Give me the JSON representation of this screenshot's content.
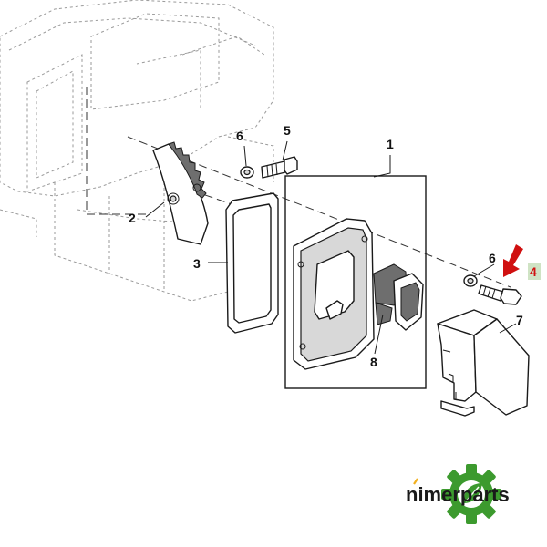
{
  "diagram": {
    "callouts": {
      "c1": "1",
      "c2": "2",
      "c3": "3",
      "c4": "4",
      "c5": "5",
      "c6a": "6",
      "c6b": "6",
      "c7": "7",
      "c8": "8"
    },
    "highlight_color": "#d01010",
    "highlight_box_color": "#cfe3c4"
  },
  "brand": {
    "name": "nimerparts",
    "logo": "gear-leaf-logo",
    "logo_color": "#3c9a2e"
  }
}
